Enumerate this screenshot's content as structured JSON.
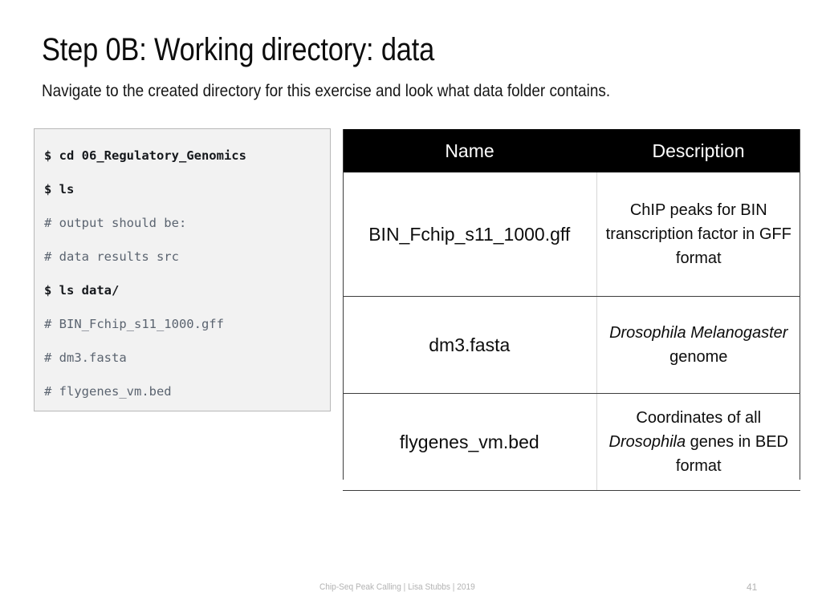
{
  "slide": {
    "title": "Step 0B: Working directory: data",
    "subtitle": "Navigate to the created directory for this exercise and look what data folder contains."
  },
  "code_block": {
    "lines": [
      {
        "type": "cmd",
        "text": "$ cd 06_Regulatory_Genomics"
      },
      {
        "type": "cmd",
        "text": "$ ls"
      },
      {
        "type": "comment",
        "text": "# output should be:"
      },
      {
        "type": "comment",
        "text": "# data results src"
      },
      {
        "type": "cmd",
        "text": "$ ls data/"
      },
      {
        "type": "comment",
        "text": "# BIN_Fchip_s11_1000.gff"
      },
      {
        "type": "comment",
        "text": "# dm3.fasta"
      },
      {
        "type": "comment",
        "text": "# flygenes_vm.bed"
      }
    ]
  },
  "table": {
    "headers": [
      "Name",
      "Description"
    ],
    "rows": [
      {
        "name": "BIN_Fchip_s11_1000.gff",
        "desc_pre": "ChIP peaks for BIN transcription factor in GFF format",
        "desc_italic": "",
        "desc_post": ""
      },
      {
        "name": "dm3.fasta",
        "desc_pre": "",
        "desc_italic": "Drosophila Melanogaster",
        "desc_post": " genome"
      },
      {
        "name": "flygenes_vm.bed",
        "desc_pre": "Coordinates of all ",
        "desc_italic": "Drosophila",
        "desc_post": " genes in BED format"
      }
    ]
  },
  "footer": {
    "credit": "Chip-Seq Peak Calling | Lisa Stubbs | 2019",
    "page_number": "41"
  },
  "colors": {
    "header_bg": "#000000",
    "header_text": "#ffffff",
    "code_bg": "#f2f2f2",
    "code_border": "#b8b8b8",
    "command_text": "#15181c",
    "comment_text": "#5b6470",
    "footer_text": "#b3b3b3"
  }
}
